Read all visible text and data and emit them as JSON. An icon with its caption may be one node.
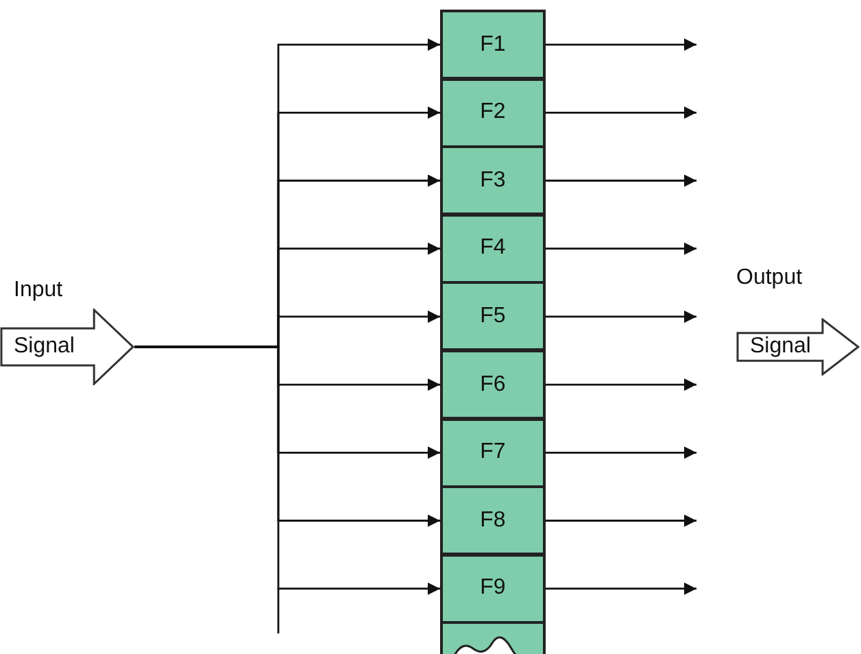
{
  "diagram": {
    "nodes": [
      {
        "text": [
          "Signal"
        ],
        "beside": [
          "Input"
        ]
      },
      {
        "text": [
          "F1"
        ]
      },
      {
        "text": [
          "F2"
        ]
      },
      {
        "text": [
          "F3"
        ]
      },
      {
        "text": [
          "F4"
        ]
      },
      {
        "text": [
          "F5"
        ]
      },
      {
        "text": [
          "F6"
        ]
      },
      {
        "text": [
          "F7"
        ]
      },
      {
        "text": [
          "F8"
        ]
      },
      {
        "text": [
          "F9"
        ]
      },
      {
        "text": [],
        "shape": "box"
      },
      {
        "text": [
          "Signal"
        ],
        "beside": [
          "Output"
        ]
      }
    ],
    "edges": [
      {
        "from": 0,
        "to": 1,
        "arrow": "to"
      },
      {
        "from": 0,
        "to": 2,
        "arrow": "to"
      },
      {
        "from": 0,
        "to": 3,
        "arrow": "to"
      },
      {
        "from": 0,
        "to": 4,
        "arrow": "to"
      },
      {
        "from": 0,
        "to": 5,
        "arrow": "to"
      },
      {
        "from": 0,
        "to": 6,
        "arrow": "to"
      },
      {
        "from": 0,
        "to": 7,
        "arrow": "to"
      },
      {
        "from": 0,
        "to": 8,
        "arrow": "to"
      },
      {
        "from": 0,
        "to": 9,
        "arrow": "to"
      },
      {
        "from": 1,
        "to": null,
        "arrow": "to"
      },
      {
        "from": 2,
        "to": null,
        "arrow": "to"
      },
      {
        "from": 3,
        "to": null,
        "arrow": "to"
      },
      {
        "from": 4,
        "to": null,
        "arrow": "to"
      },
      {
        "from": 5,
        "to": null,
        "arrow": "to"
      },
      {
        "from": 6,
        "to": null,
        "arrow": "to"
      },
      {
        "from": 7,
        "to": null,
        "arrow": "to"
      },
      {
        "from": 8,
        "to": null,
        "arrow": "to"
      },
      {
        "from": 9,
        "to": null,
        "arrow": "to"
      }
    ]
  }
}
